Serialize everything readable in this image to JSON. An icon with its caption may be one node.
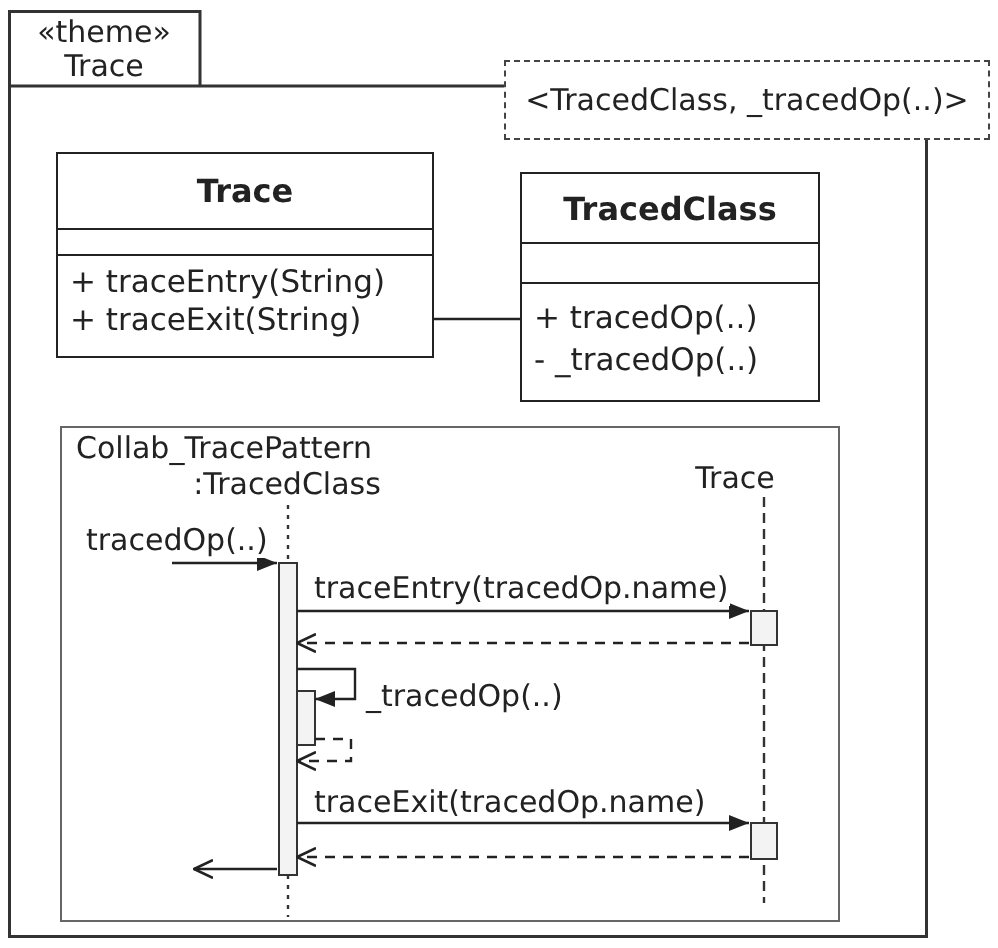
{
  "diagram": {
    "nodes": [
      {
        "text": [
          "«theme»",
          "Trace"
        ]
      },
      {
        "text": [
          "<TracedClass, _tracedOp(..)>"
        ]
      },
      {
        "text": [
          "Trace",
          "+ traceEntry(String)",
          "+ traceExit(String)"
        ],
        "in": 0
      },
      {
        "text": [
          "TracedClass",
          "+ tracedOp(..)",
          "- _tracedOp(..)"
        ],
        "in": 0
      },
      {
        "text": [
          "Collab_TracePattern"
        ],
        "in": 0
      },
      {
        "text": [
          ":TracedClass"
        ],
        "in": 4
      },
      {
        "text": [
          "Trace"
        ],
        "in": 4
      },
      {
        "text": [],
        "shape": "bar",
        "in": 4
      },
      {
        "text": [],
        "shape": "bar",
        "in": 4
      },
      {
        "text": [],
        "shape": "bar",
        "in": 4
      },
      {
        "text": [],
        "shape": "bar",
        "in": 4
      }
    ],
    "edges": [
      {
        "from": 2,
        "to": 3,
        "arrow": "none"
      },
      {
        "from": null,
        "to": 7,
        "arrow": "to",
        "label": "tracedOp(..)"
      },
      {
        "from": 7,
        "to": 8,
        "arrow": "to",
        "label": "traceEntry(tracedOp.name)"
      },
      {
        "from": 8,
        "to": 7,
        "arrow": "to",
        "style": "dashed"
      },
      {
        "from": 7,
        "to": 9,
        "arrow": "to",
        "label": "_tracedOp(..)"
      },
      {
        "from": 9,
        "to": 7,
        "arrow": "to",
        "style": "dashed"
      },
      {
        "from": 7,
        "to": 10,
        "arrow": "to",
        "label": "traceExit(tracedOp.name)"
      },
      {
        "from": 10,
        "to": 7,
        "arrow": "to",
        "style": "dashed"
      },
      {
        "from": 7,
        "to": null,
        "arrow": "to"
      }
    ]
  }
}
